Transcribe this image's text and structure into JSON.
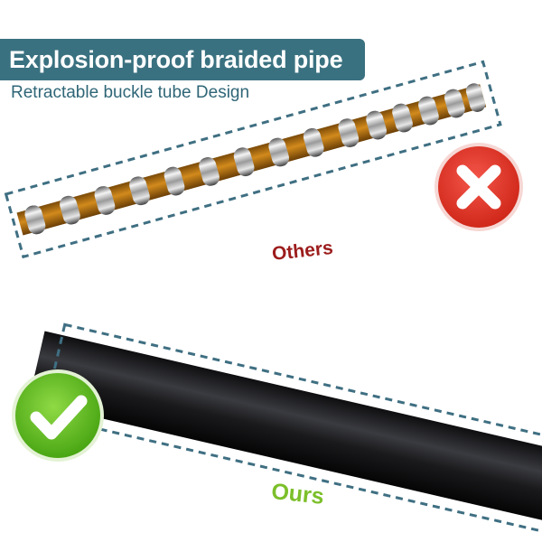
{
  "header": {
    "title": "Explosion-proof braided pipe",
    "subtitle": "Retractable buckle tube Design"
  },
  "comparison": {
    "others_label": "Others",
    "ours_label": "Ours"
  },
  "icons": {
    "bad": "cross-icon",
    "good": "check-icon"
  },
  "colors": {
    "banner": "#3a7180",
    "subtitle": "#2f6677",
    "others_text": "#9c1c1c",
    "ours_text": "#7cbf2a",
    "cross_badge": "#e53322",
    "check_badge": "#6cc12c",
    "dashed_frame": "#3f6f82"
  }
}
